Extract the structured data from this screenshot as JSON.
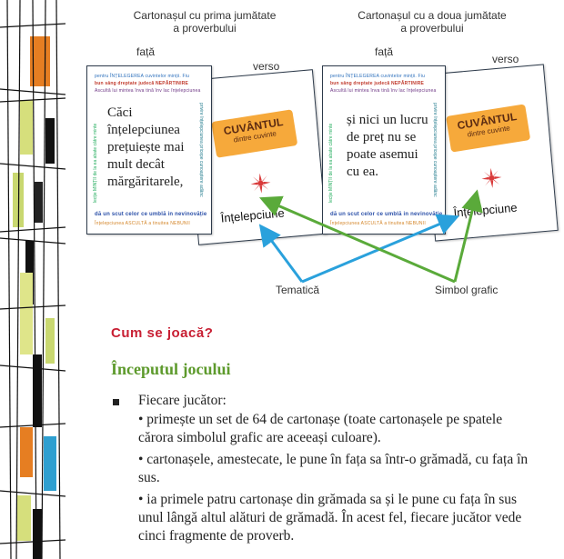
{
  "captions": {
    "card1": "Cartonașul cu prima jumătate\na proverbului",
    "card2": "Cartonașul cu a doua jumătate\na proverbului"
  },
  "labels": {
    "front1": "față",
    "back1": "verso",
    "front2": "față",
    "back2": "verso",
    "theme": "Tematică",
    "symbol": "Simbol grafic"
  },
  "cards": {
    "front1_text": "Căci înțelepciunea prețuiește mai mult decât mărgăritarele,",
    "front2_text": "și nici un lucru de preț nu se poate asemui cu ea.",
    "logo_line1": "CUVÂNTUL",
    "logo_line2": "dintre cuvinte",
    "theme_word1": "Înțelepciune",
    "theme_word2": "Înțelepciune"
  },
  "deco_words": {
    "top1": "pentru ÎNȚELEGEREA cuvintelor minții. Fiu",
    "top2": "bun sâng dreptate judecă NEPĂRTINIRE",
    "top3": "Ascultă lui mintea înva tină înv lac înțelepciunea",
    "bottom1": "dă un scut celor ce umblă in nevinovăție",
    "bottom2": "Înțelepciunea ASCULTĂ a tinuitea NEBUNII",
    "left": "lecție MINȚII de la ea abate către minte",
    "right": "privire înțelepciunea pricepe cunoaștere adânc"
  },
  "section": {
    "heading": "Cum se joacă?",
    "subheading": "Începutul jocului",
    "intro": "Fiecare jucător:",
    "bullets": [
      "• primește un set de 64 de cartonașe (toate cartonașele pe spatele cărora simbolul grafic are aceeași culoare).",
      "• cartonașele, amestecate, le pune în fața sa într-o grămadă, cu fața în sus.",
      "• ia primele patru cartonașe din grămada sa și le pune cu fața în sus unul lângă altul alături de grămadă. În acest fel, fiecare jucător vede cinci fragmente de proverb."
    ]
  },
  "colors": {
    "heading_red": "#c81f33",
    "subheading_green": "#5d9a2c",
    "arrow_blue": "#2aa1dc",
    "arrow_green": "#5aaa3a",
    "logo_orange": "#f6a93b"
  }
}
